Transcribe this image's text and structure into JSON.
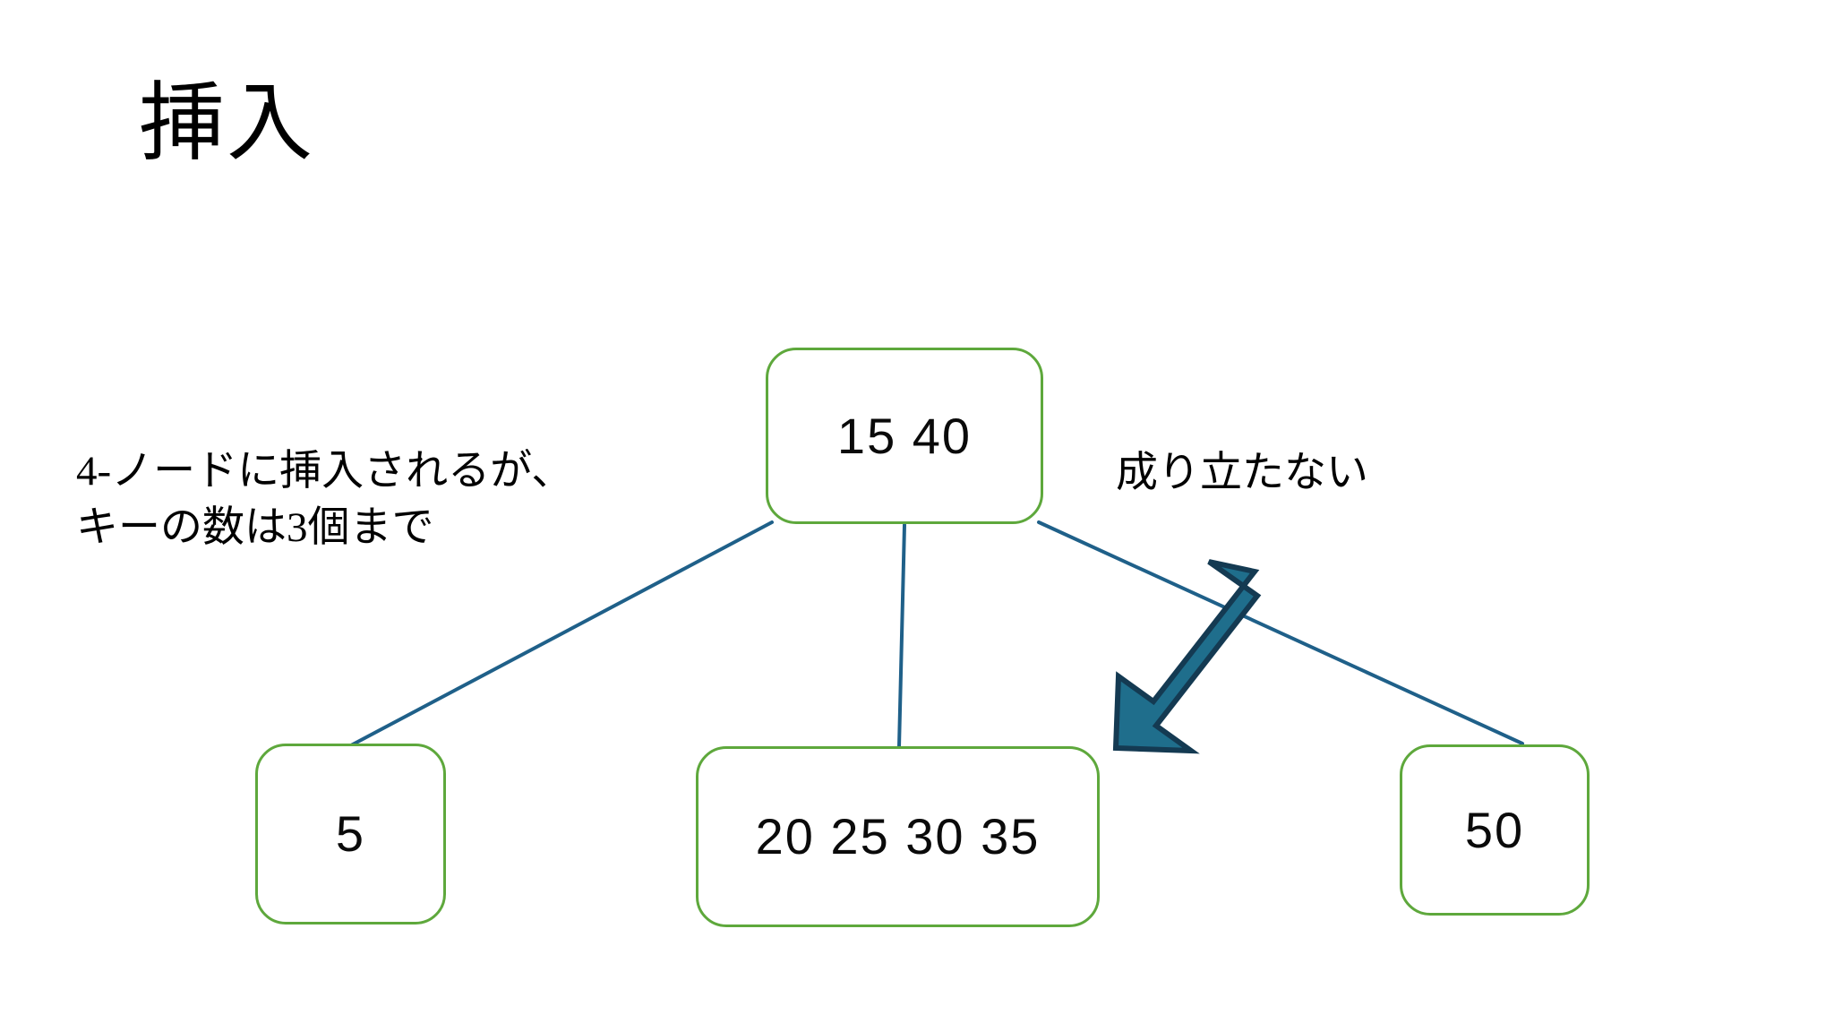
{
  "slide": {
    "title": "挿入",
    "background_color": "#ffffff"
  },
  "colors": {
    "node_border": "#5EA83C",
    "node_fill": "#ffffff",
    "edge_line": "#1F6089",
    "arrow_fill": "#1F6E8C",
    "arrow_outline": "#143A52",
    "text": "#000000"
  },
  "tree": {
    "root": {
      "label": "15 40",
      "keys": [
        15,
        40
      ]
    },
    "children": [
      {
        "label": "5",
        "keys": [
          5
        ]
      },
      {
        "label": "20 25 30 35",
        "keys": [
          20,
          25,
          30,
          35
        ]
      },
      {
        "label": "50",
        "keys": [
          50
        ]
      }
    ]
  },
  "annotations": {
    "left": {
      "line1": "4-ノードに挿入されるが、",
      "line2": "キーの数は3個まで"
    },
    "right": {
      "text": "成り立たない"
    }
  },
  "icons": {
    "arrow": "block-arrow-down-left-icon"
  }
}
